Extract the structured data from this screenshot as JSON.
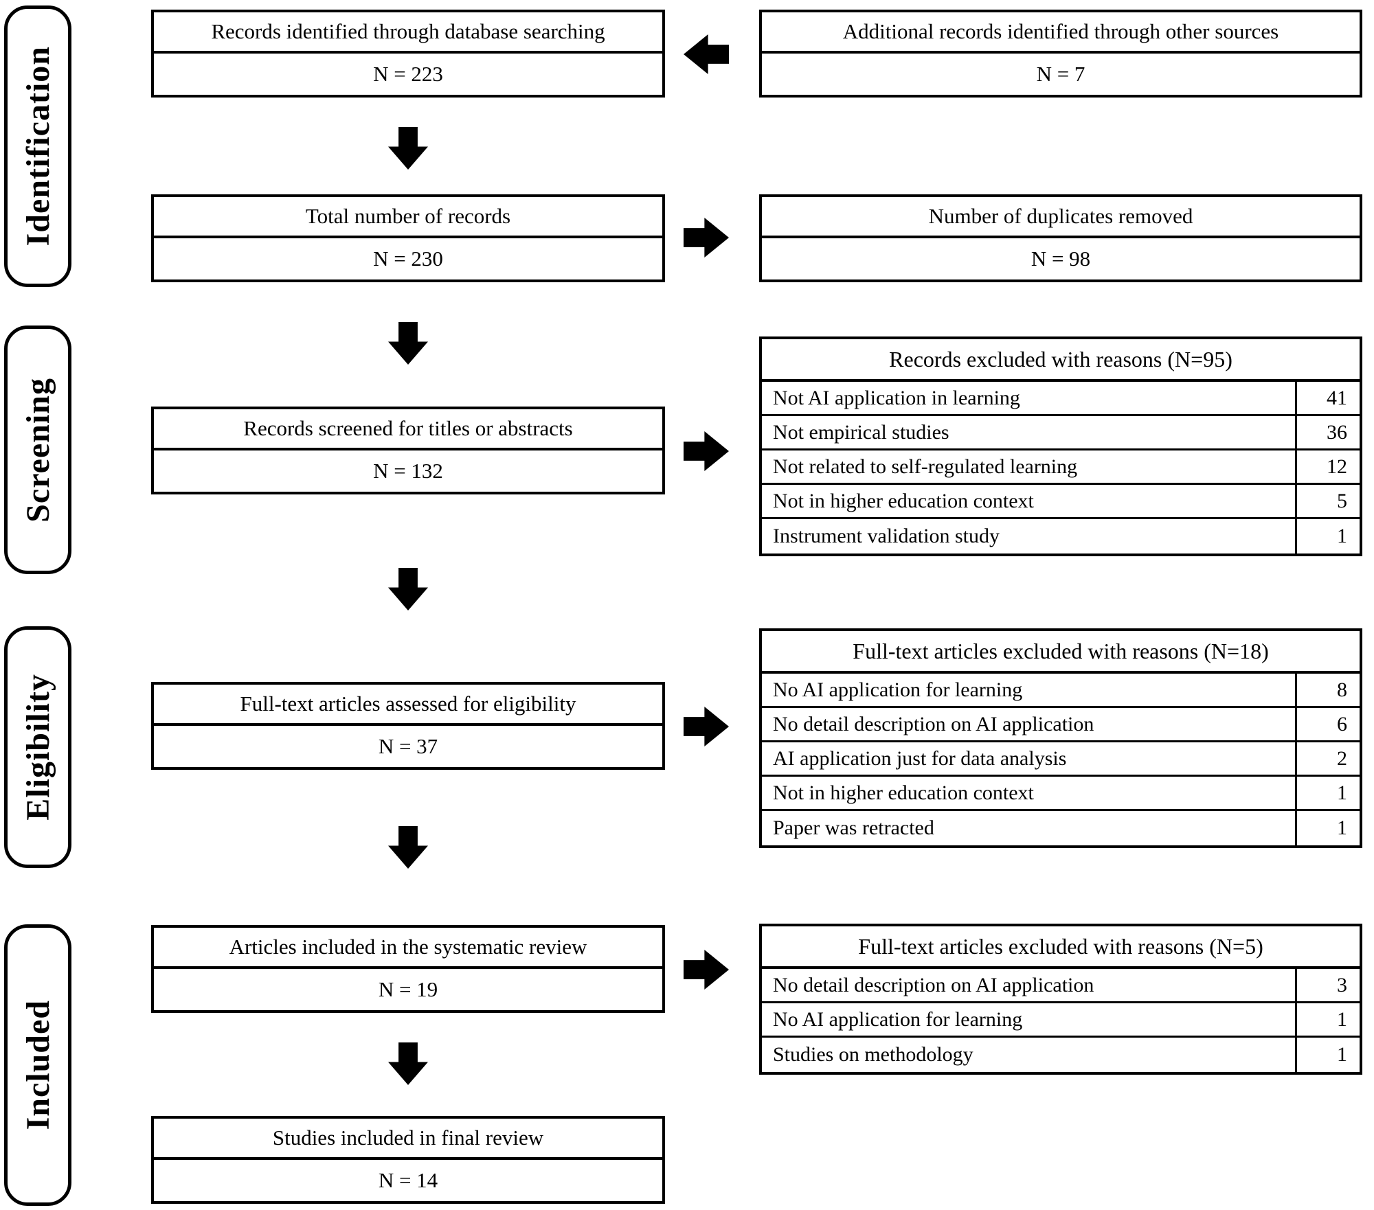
{
  "stages": {
    "identification": "Identification",
    "screening": "Screening",
    "eligibility": "Eligibility",
    "included": "Included"
  },
  "boxes": {
    "db_search": {
      "title": "Records identified through database searching",
      "n": "N = 223"
    },
    "additional": {
      "title": "Additional records identified through other sources",
      "n": "N = 7"
    },
    "total": {
      "title": "Total number of records",
      "n": "N = 230"
    },
    "duplicates": {
      "title": "Number of duplicates removed",
      "n": "N = 98"
    },
    "screened": {
      "title": "Records screened for titles or abstracts",
      "n": "N = 132"
    },
    "fulltext": {
      "title": "Full-text articles assessed for eligibility",
      "n": "N = 37"
    },
    "articles": {
      "title": "Articles included in the systematic review",
      "n": "N = 19"
    },
    "final": {
      "title": "Studies included in final review",
      "n": "N = 14"
    }
  },
  "tables": {
    "screening_excluded": {
      "title": "Records excluded with reasons (N=95)",
      "rows": [
        {
          "reason": "Not AI application in learning",
          "count": "41"
        },
        {
          "reason": "Not empirical studies",
          "count": "36"
        },
        {
          "reason": "Not related to self-regulated learning",
          "count": "12"
        },
        {
          "reason": "Not in higher education context",
          "count": "5"
        },
        {
          "reason": "Instrument validation study",
          "count": "1"
        }
      ]
    },
    "eligibility_excluded": {
      "title": "Full-text articles excluded with reasons (N=18)",
      "rows": [
        {
          "reason": "No AI application for learning",
          "count": "8"
        },
        {
          "reason": "No detail description on AI application",
          "count": "6"
        },
        {
          "reason": "AI application just for data analysis",
          "count": "2"
        },
        {
          "reason": "Not in higher education context",
          "count": "1"
        },
        {
          "reason": "Paper was retracted",
          "count": "1"
        }
      ]
    },
    "included_excluded": {
      "title": "Full-text articles excluded with reasons (N=5)",
      "rows": [
        {
          "reason": "No detail description on AI application",
          "count": "3"
        },
        {
          "reason": "No AI application for learning",
          "count": "1"
        },
        {
          "reason": "Studies on methodology",
          "count": "1"
        }
      ]
    }
  },
  "icons": {
    "arrow_down": "flow-arrow-down",
    "arrow_right": "flow-arrow-right",
    "arrow_left": "flow-arrow-left"
  },
  "colors": {
    "line": "#000000",
    "background": "#ffffff",
    "text": "#000000"
  }
}
